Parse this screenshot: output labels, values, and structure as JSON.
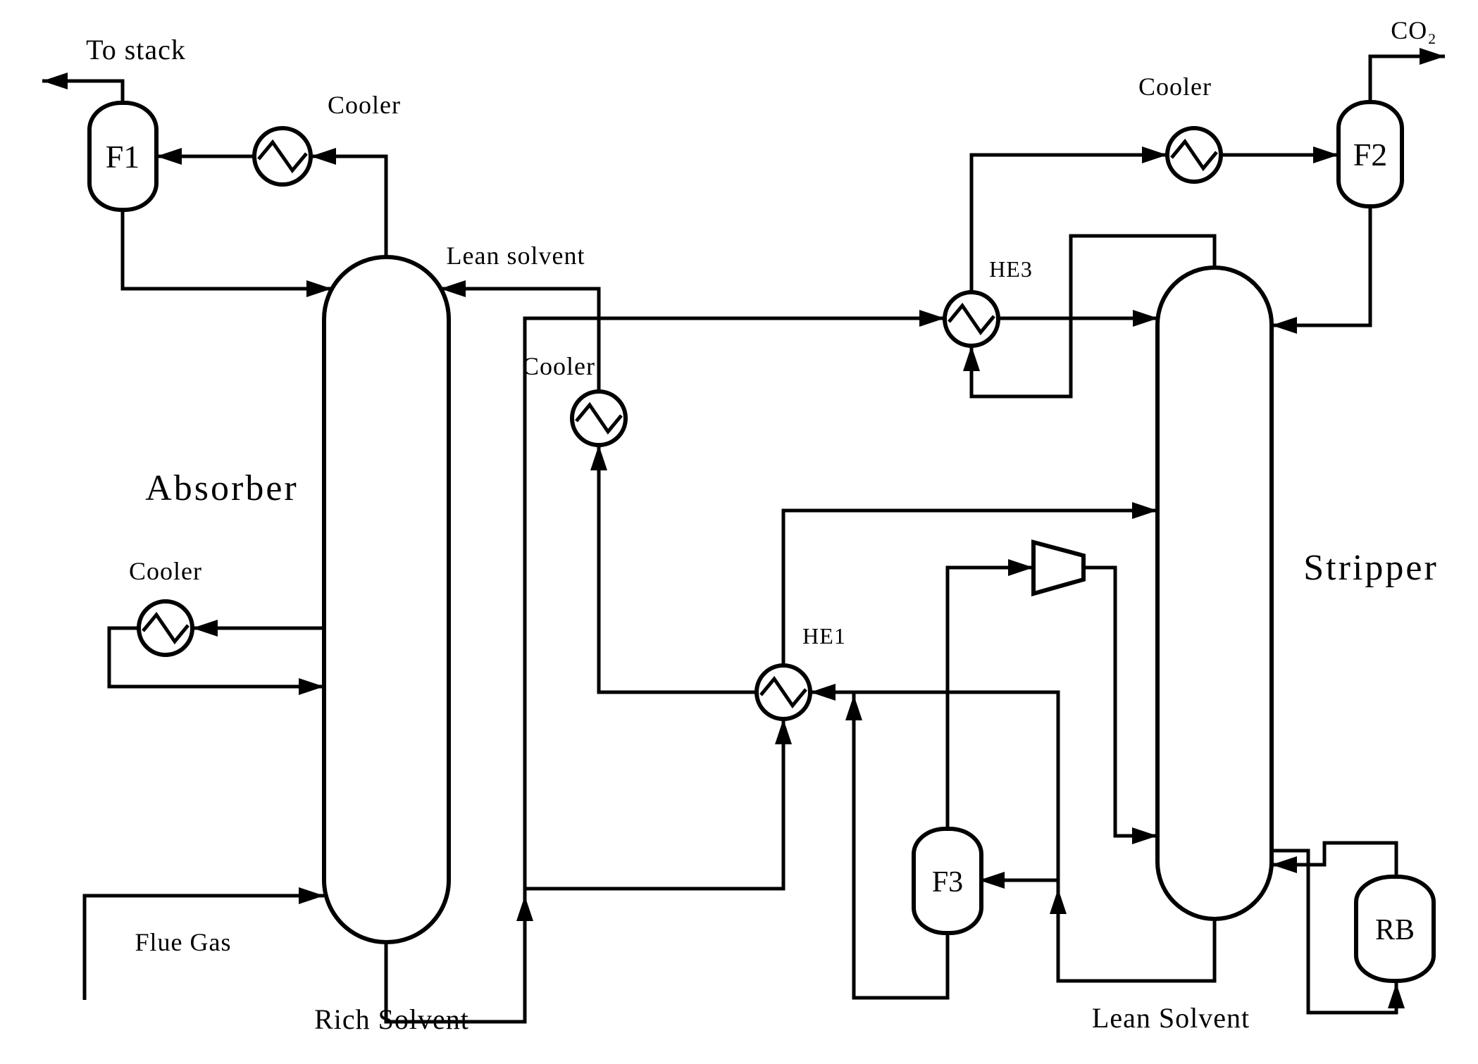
{
  "meta": {
    "kind": "process-flow-diagram",
    "background_color": "#ffffff",
    "line_color": "#000000",
    "text_color": "#000000"
  },
  "labels": {
    "to_stack": "To stack",
    "cooler_top_left": "Cooler",
    "f1": "F1",
    "lean_solvent_in": "Lean solvent",
    "cooler_lean": "Cooler",
    "absorber": "Absorber",
    "cooler_intercooler": "Cooler",
    "flue_gas": "Flue Gas",
    "rich_solvent": "Rich Solvent",
    "he1": "HE1",
    "f3": "F3",
    "he3": "HE3",
    "cooler_top_right": "Cooler",
    "f2": "F2",
    "co2": "CO₂",
    "stripper": "Stripper",
    "rb": "RB",
    "lean_solvent_out": "Lean Solvent"
  },
  "equipment": [
    {
      "id": "absorber",
      "label": "Absorber",
      "shape": "column"
    },
    {
      "id": "stripper",
      "label": "Stripper",
      "shape": "column"
    },
    {
      "id": "f1",
      "label": "F1",
      "shape": "flash-drum"
    },
    {
      "id": "f2",
      "label": "F2",
      "shape": "flash-drum"
    },
    {
      "id": "f3",
      "label": "F3",
      "shape": "flash-drum"
    },
    {
      "id": "rb",
      "label": "RB",
      "shape": "reboiler-drum"
    },
    {
      "id": "he1",
      "label": "HE1",
      "shape": "heat-exchanger"
    },
    {
      "id": "he3",
      "label": "HE3",
      "shape": "heat-exchanger"
    },
    {
      "id": "cooler_top_left",
      "label": "Cooler",
      "shape": "heat-exchanger"
    },
    {
      "id": "cooler_lean",
      "label": "Cooler",
      "shape": "heat-exchanger"
    },
    {
      "id": "cooler_intercooler",
      "label": "Cooler",
      "shape": "heat-exchanger"
    },
    {
      "id": "cooler_top_right",
      "label": "Cooler",
      "shape": "heat-exchanger"
    },
    {
      "id": "compressor",
      "label": "",
      "shape": "compressor"
    }
  ],
  "streams": [
    {
      "id": "to_stack",
      "label": "To stack"
    },
    {
      "id": "flue_gas",
      "label": "Flue Gas"
    },
    {
      "id": "rich_solvent",
      "label": "Rich Solvent"
    },
    {
      "id": "lean_solvent_in",
      "label": "Lean solvent"
    },
    {
      "id": "lean_solvent_out",
      "label": "Lean Solvent"
    },
    {
      "id": "co2_product",
      "label": "CO₂"
    }
  ]
}
